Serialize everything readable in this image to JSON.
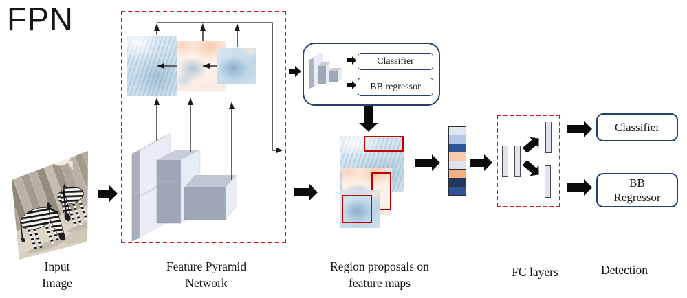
{
  "title": "FPN",
  "captions": {
    "input_image": [
      "Input",
      "Image"
    ],
    "feature_pyramid": [
      "Feature Pyramid",
      "Network"
    ],
    "region_proposals": [
      "Region proposals on",
      "feature maps"
    ],
    "fc_layers": [
      "FC layers"
    ],
    "detection": [
      "Detection"
    ]
  },
  "rpn": {
    "classifier": "Classifier",
    "bb_regressor": "BB regressor"
  },
  "detection_heads": {
    "classifier": "Classifier",
    "bb_regressor": [
      "BB",
      "Regressor"
    ]
  },
  "feature_vector": {
    "cells": [
      "#dce6f2",
      "#b4c7e7",
      "#2e5597",
      "#f8cbad",
      "#dde3ee",
      "#f4b183",
      "#1f3864",
      "#2e5597"
    ]
  },
  "colors": {
    "dashed_box_red": "#cf1a1a",
    "proposal_rect_red": "#c00000",
    "navy_border": "#24416e",
    "arrow_black": "#0b0b0b",
    "connector_gray": "#3c3c3c",
    "block_light_face": "#e8ecf4",
    "block_gray_face": "#9ea7b8"
  }
}
